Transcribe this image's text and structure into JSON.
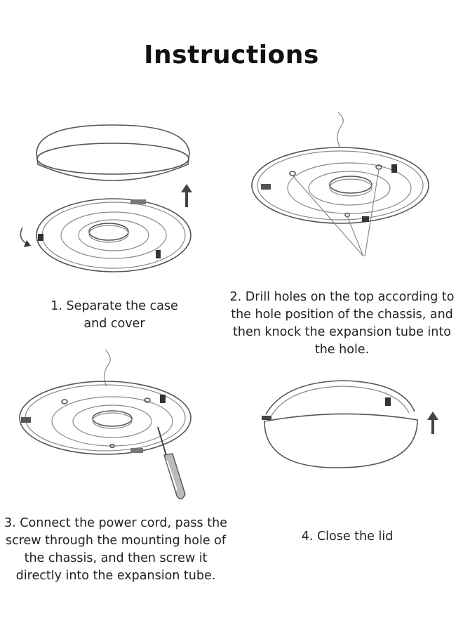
{
  "title": "Instructions",
  "steps": [
    {
      "caption": "1. Separate the case and cover"
    },
    {
      "caption": "2. Drill holes on the top according to the hole position of the chassis, and then knock the expansion tube into the hole."
    },
    {
      "caption": "3. Connect the power cord, pass the screw through the mounting hole of the chassis, and then screw it directly into the expansion tube."
    },
    {
      "caption": "4. Close the lid"
    }
  ]
}
